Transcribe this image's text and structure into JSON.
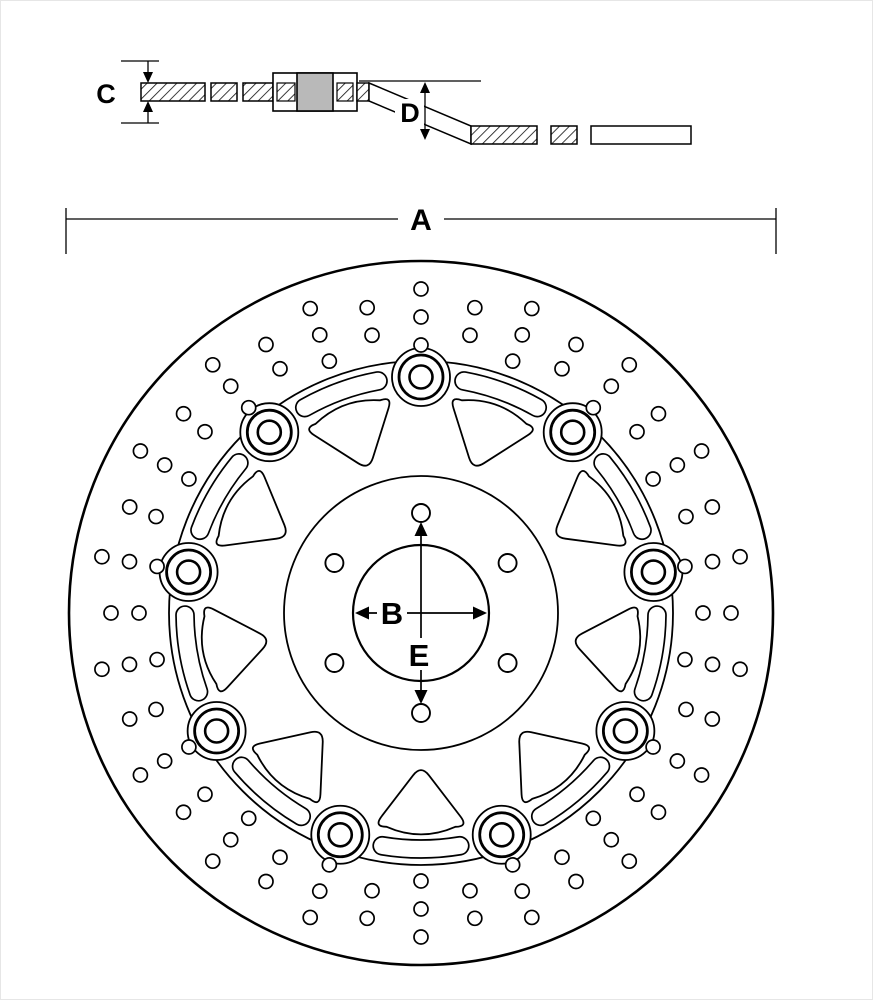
{
  "drawing": {
    "labels": {
      "outer_diameter": "A",
      "center_bore": "B",
      "thickness": "C",
      "offset": "D",
      "bolt_circle": "E"
    }
  }
}
